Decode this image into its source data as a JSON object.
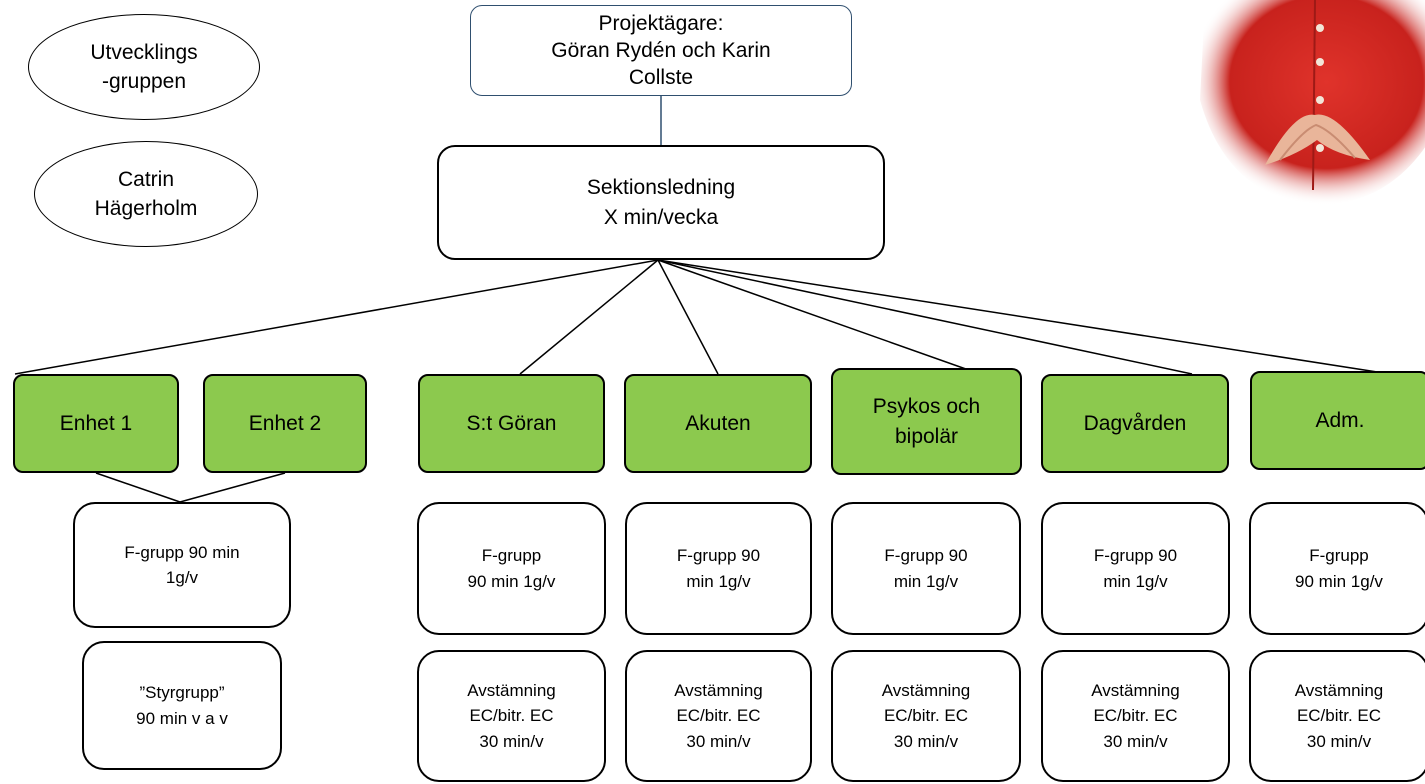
{
  "owner": {
    "text": "Projektägare:\nGöran Rydén och Karin\nCollste"
  },
  "management": {
    "text": "Sektionsledning\nX min/vecka"
  },
  "ovals": [
    {
      "text": "Utvecklings\n-gruppen"
    },
    {
      "text": "Catrin\nHägerholm"
    }
  ],
  "units": [
    {
      "label": "Enhet 1"
    },
    {
      "label": "Enhet 2"
    },
    {
      "label": "S:t Göran"
    },
    {
      "label": "Akuten"
    },
    {
      "label": "Psykos och\nbipolär"
    },
    {
      "label": "Dagvården"
    },
    {
      "label": "Adm."
    }
  ],
  "tasks": {
    "enhet": [
      "F-grupp 90 min\n1g/v",
      "”Styrgrupp”\n90 min v a v"
    ],
    "stgoran": [
      "F-grupp\n90 min 1g/v",
      "Avstämning\nEC/bitr. EC\n30 min/v"
    ],
    "akuten": [
      "F-grupp 90\nmin 1g/v",
      "Avstämning\nEC/bitr. EC\n30 min/v"
    ],
    "psykos": [
      "F-grupp 90\nmin 1g/v",
      "Avstämning\nEC/bitr. EC\n30 min/v"
    ],
    "dagvarden": [
      "F-grupp 90\nmin 1g/v",
      "Avstämning\nEC/bitr. EC\n30 min/v"
    ],
    "adm": [
      "F-grupp\n90 min 1g/v",
      "Avstämning\nEC/bitr. EC\n30 min/v"
    ]
  },
  "colors": {
    "unit_fill": "#8cc94e",
    "owner_border": "#2f4f6f",
    "figure_jacket": "#e0332b"
  },
  "figure": {
    "icon": "person-red-jacket-hands-steepled"
  }
}
